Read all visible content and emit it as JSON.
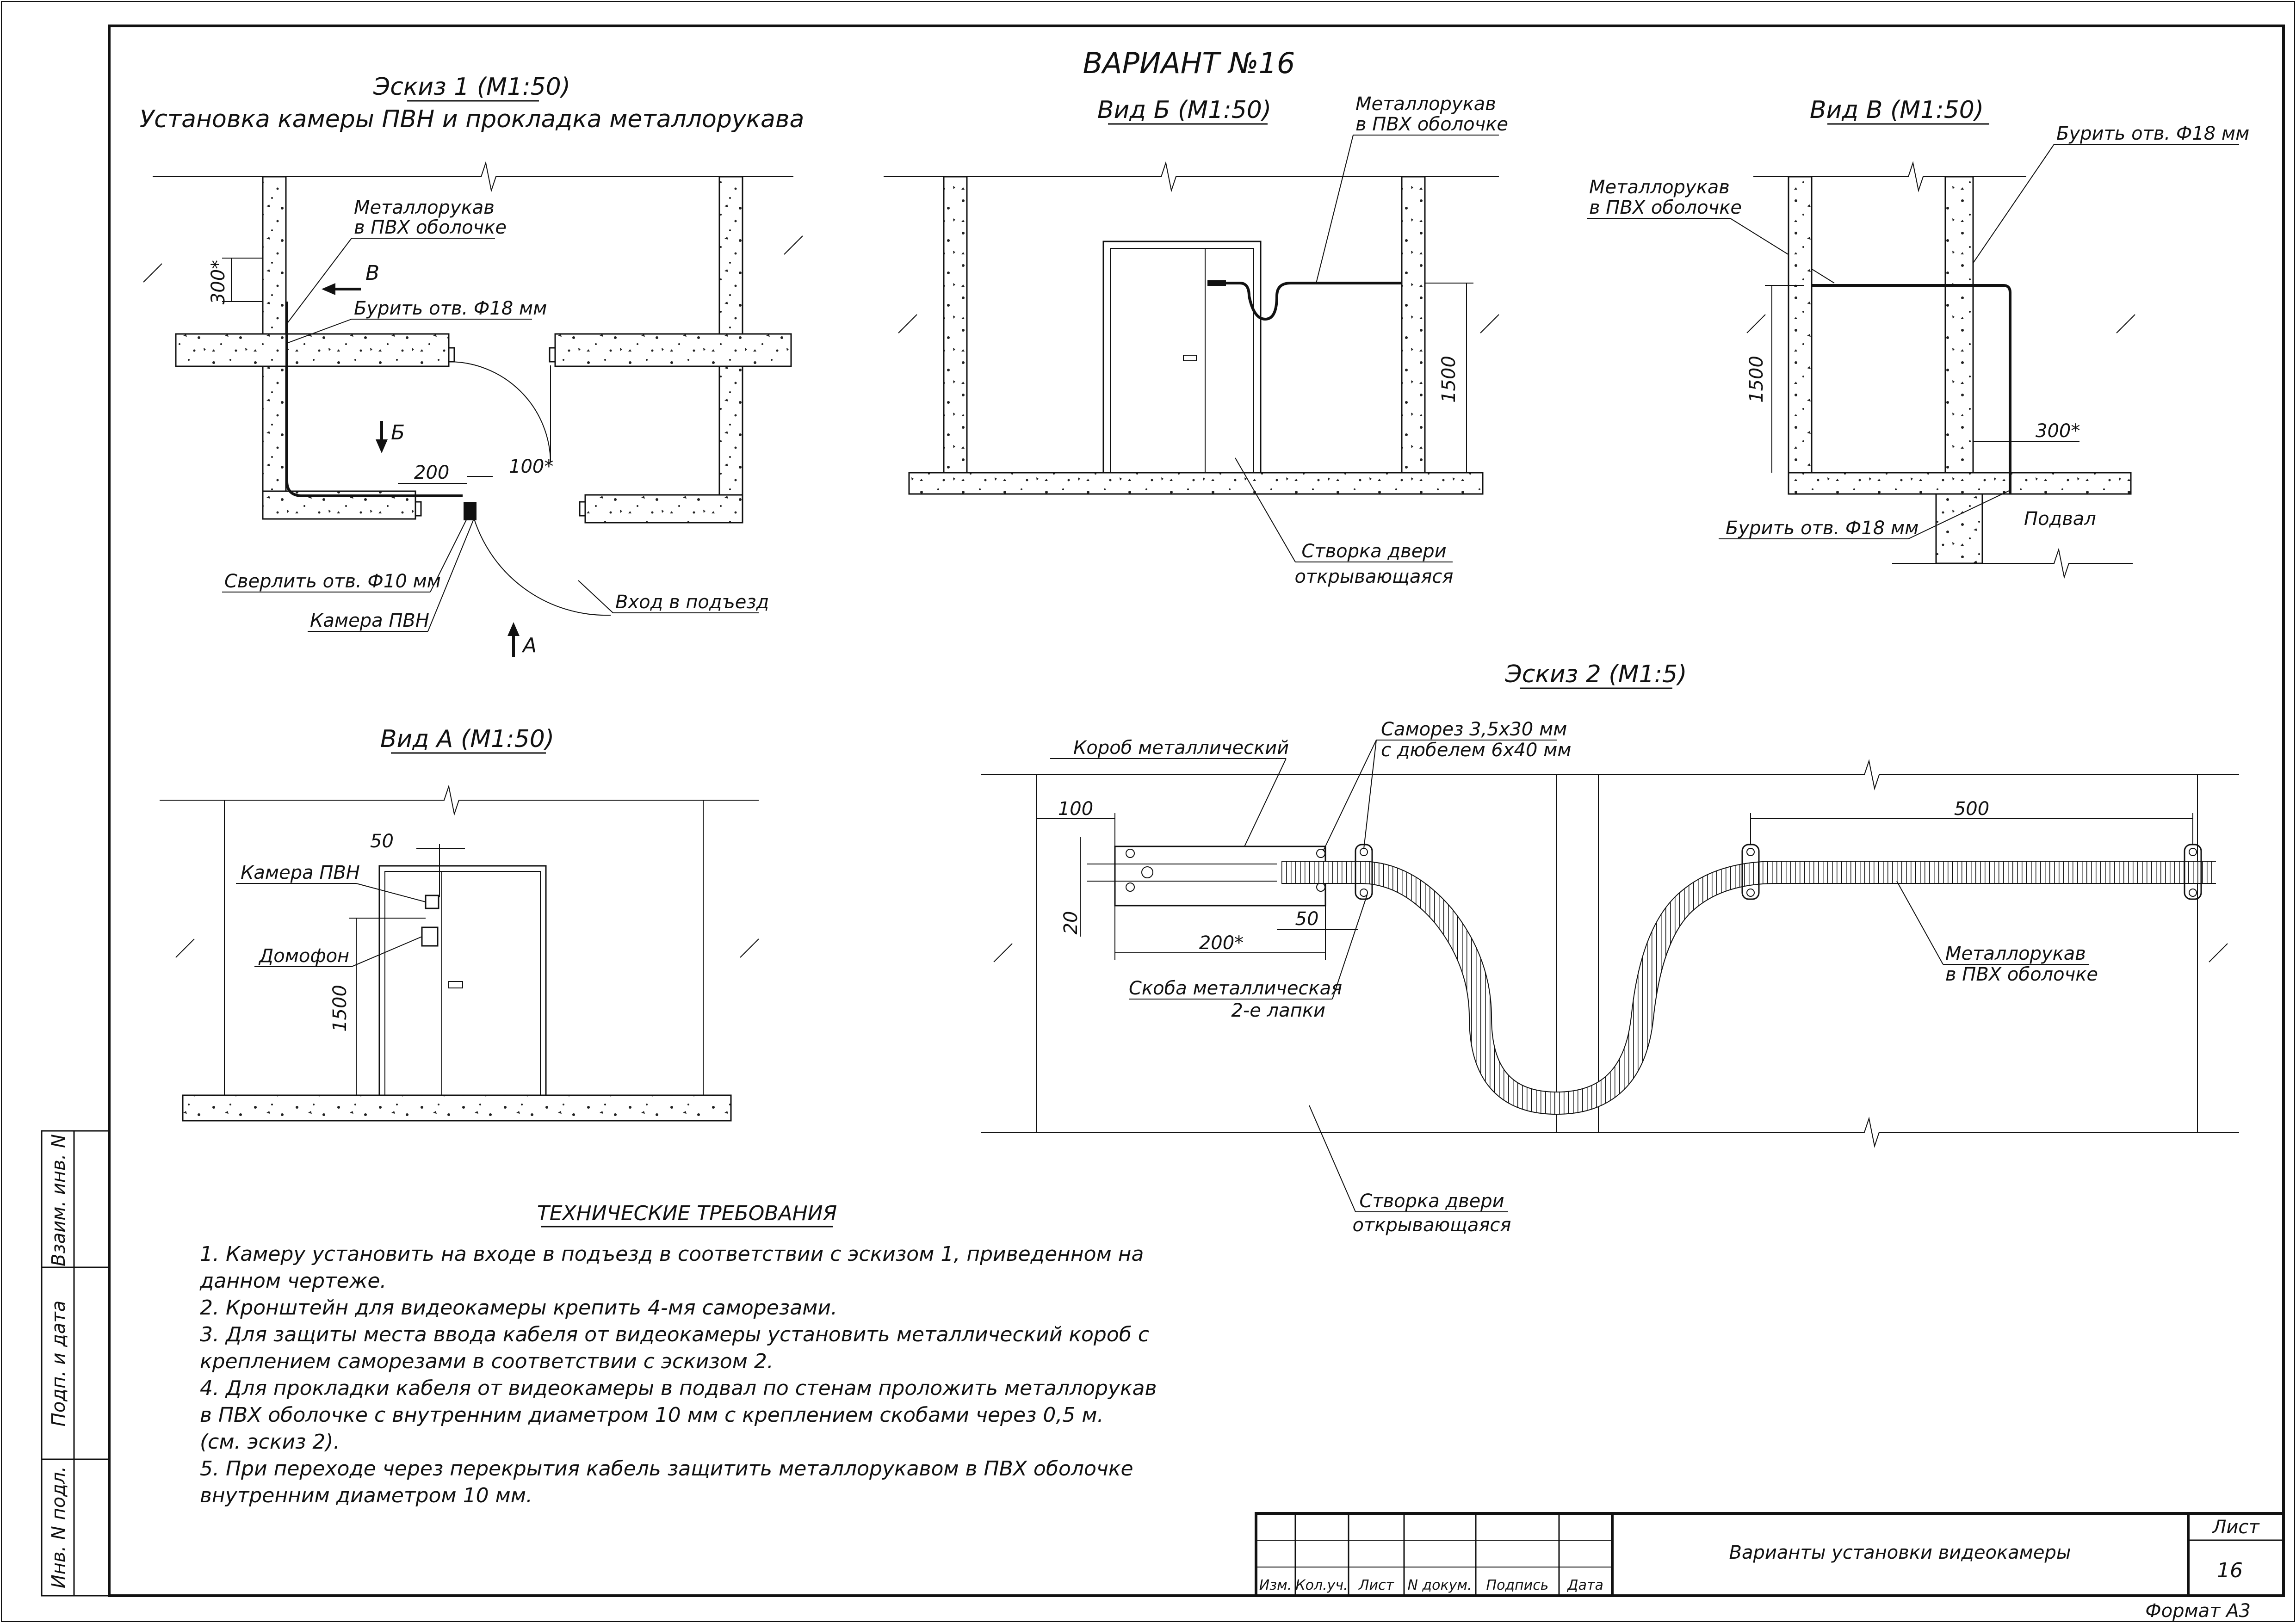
{
  "title": "ВАРИАНТ №16",
  "sketch1": {
    "heading": "Эскиз 1 (М1:50)",
    "subtitle": "Установка камеры ПВН и прокладка металлорукава",
    "label_hose_1": "Металлорукав",
    "label_hose_2": "в ПВХ оболочке",
    "label_drill18": "Бурить отв. Ф18 мм",
    "label_drill10": "Сверлить отв. Ф10 мм",
    "label_camera": "Камера ПВН",
    "label_entrance": "Вход в подъезд",
    "arrow_v": "В",
    "arrow_b": "Б",
    "arrow_a": "А",
    "dim_300": "300*",
    "dim_200": "200",
    "dim_100": "100*"
  },
  "viewB": {
    "heading": "Вид Б (М1:50)",
    "label_hose_1": "Металлорукав",
    "label_hose_2": "в ПВХ оболочке",
    "dim_1500": "1500",
    "label_door_1": "Створка двери",
    "label_door_2": "открывающаяся"
  },
  "viewV": {
    "heading": "Вид В (М1:50)",
    "label_drill_top": "Бурить отв. Ф18 мм",
    "label_hose_1": "Металлорукав",
    "label_hose_2": "в ПВХ оболочке",
    "dim_1500": "1500",
    "dim_300": "300*",
    "label_drill_bottom": "Бурить отв. Ф18 мм",
    "label_basement": "Подвал"
  },
  "viewA": {
    "heading": "Вид А (М1:50)",
    "dim_50": "50",
    "label_camera": "Камера ПВН",
    "label_intercom": "Домофон",
    "dim_1500": "1500"
  },
  "sketch2": {
    "heading": "Эскиз 2 (М1:5)",
    "label_box": "Короб металлический",
    "label_screw_1": "Саморез 3,5х30 мм",
    "label_screw_2": "с дюбелем 6х40 мм",
    "dim_100": "100",
    "dim_500": "500",
    "dim_20": "20",
    "dim_50": "50",
    "dim_200": "200*",
    "label_clamp_1": "Скоба металлическая",
    "label_clamp_2": "2-е лапки",
    "label_hose_1": "Металлорукав",
    "label_hose_2": "в ПВХ оболочке",
    "label_door_1": "Створка двери",
    "label_door_2": "открывающаяся"
  },
  "requirements": {
    "heading": "ТЕХНИЧЕСКИЕ ТРЕБОВАНИЯ",
    "lines": [
      "1. Камеру установить на входе в подъезд в соответствии с эскизом 1, приведенном на",
      "данном чертеже.",
      "2. Кронштейн для видеокамеры крепить 4-мя саморезами.",
      "3. Для защиты места ввода кабеля от видеокамеры установить металлический короб с",
      "креплением саморезами в соответствии с эскизом 2.",
      "4. Для прокладки кабеля от видеокамеры в подвал по стенам проложить металлорукав",
      "в ПВХ оболочке с внутренним диаметром 10 мм с креплением скобами через 0,5 м.",
      "(см. эскиз 2).",
      "5. При переходе через перекрытия кабель защитить металлорукавом в ПВХ оболочке",
      "внутренним диаметром 10 мм."
    ]
  },
  "side_stamp": {
    "field_1": "Взаим. инв. N",
    "field_2": "Подп. и дата",
    "field_3": "Инв. N подл."
  },
  "title_block": {
    "col_izm": "Изм.",
    "col_koluch": "Кол.уч.",
    "col_list": "Лист",
    "col_ndoc": "N докум.",
    "col_sign": "Подпись",
    "col_date": "Дата",
    "name": "Варианты установки видеокамеры",
    "sheet_label": "Лист",
    "sheet_number": "16"
  },
  "format": "Формат А3"
}
